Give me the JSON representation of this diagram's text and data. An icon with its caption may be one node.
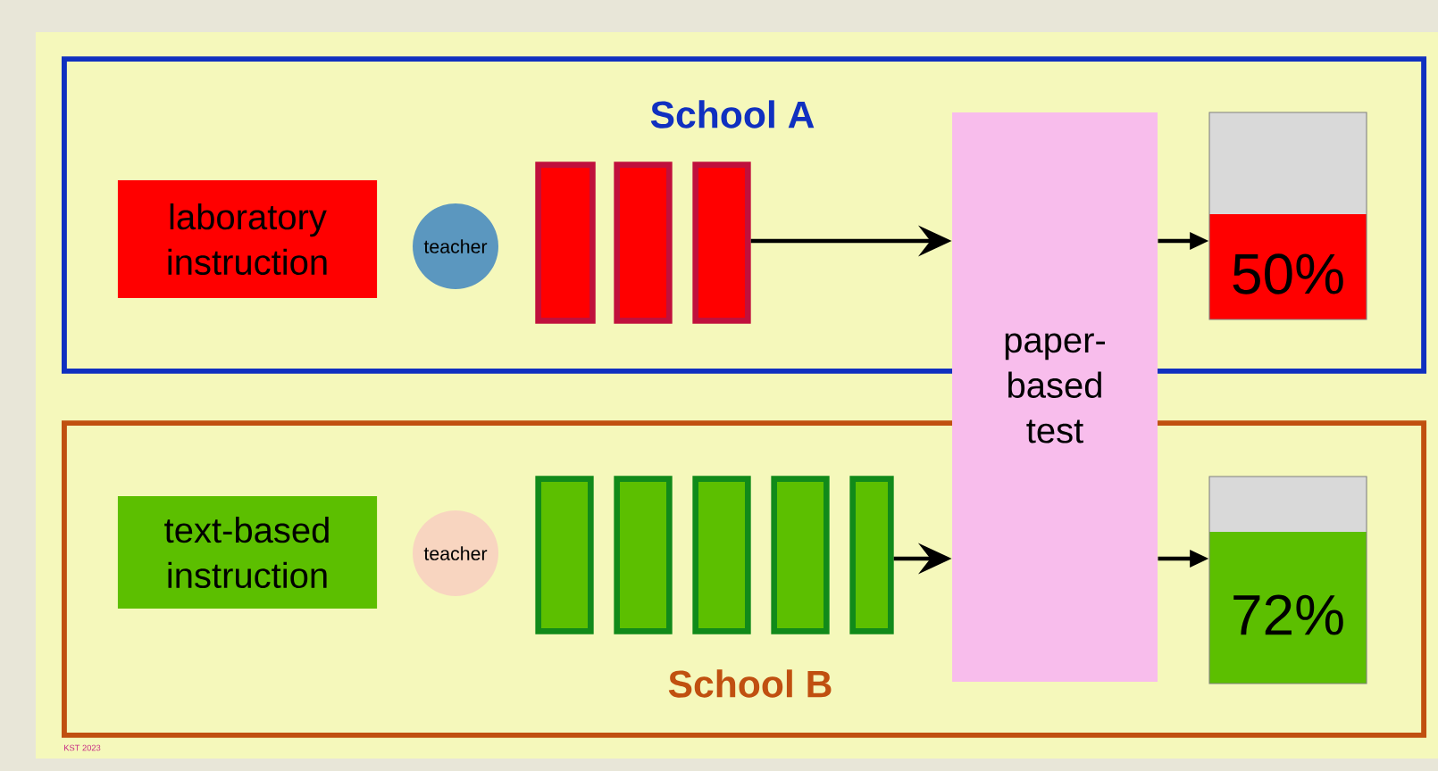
{
  "diagram": {
    "nodes": [
      {
        "text": [
          "School A"
        ]
      },
      {
        "text": [
          "laboratory instruction"
        ],
        "in": 0
      },
      {
        "text": [
          "teacher"
        ],
        "in": 0
      },
      {
        "text": [],
        "shape": "bar",
        "in": 0
      },
      {
        "text": [],
        "shape": "bar",
        "in": 0
      },
      {
        "text": [],
        "shape": "bar",
        "in": 0
      },
      {
        "text": [
          "50%"
        ],
        "in": 0
      },
      {
        "text": [
          "School B"
        ]
      },
      {
        "text": [
          "text-based instruction"
        ],
        "in": 7
      },
      {
        "text": [
          "teacher"
        ],
        "in": 7
      },
      {
        "text": [],
        "shape": "bar",
        "in": 7
      },
      {
        "text": [],
        "shape": "bar",
        "in": 7
      },
      {
        "text": [],
        "shape": "bar",
        "in": 7
      },
      {
        "text": [],
        "shape": "bar",
        "in": 7
      },
      {
        "text": [],
        "shape": "bar",
        "in": 7
      },
      {
        "text": [
          "72%"
        ],
        "in": 7
      },
      {
        "text": [
          "paper-based test"
        ]
      }
    ],
    "edges": [
      {
        "from": 5,
        "to": 16,
        "arrow": "to"
      },
      {
        "from": 16,
        "to": 6,
        "arrow": "to"
      },
      {
        "from": 14,
        "to": 16,
        "arrow": "to"
      },
      {
        "from": 16,
        "to": 15,
        "arrow": "to"
      }
    ],
    "labels": [
      "KST 2023"
    ]
  }
}
